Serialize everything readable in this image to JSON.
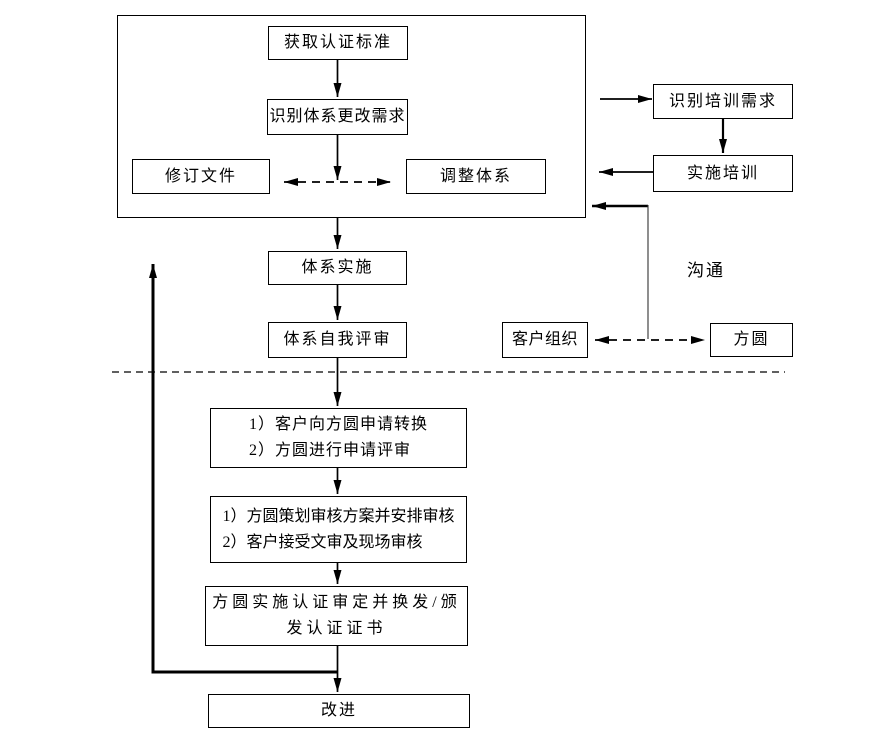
{
  "nodes": {
    "acquire_standard": "获取认证标准",
    "identify_system_changes": "识别体系更改需求",
    "revise_documents": "修订文件",
    "adjust_system": "调整体系",
    "identify_training_needs": "识别培训需求",
    "implement_training": "实施培训",
    "system_implementation": "体系实施",
    "system_self_review": "体系自我评审",
    "client_organization": "客户组织",
    "fangyuan": "方圆",
    "apply": {
      "line1": "1）客户向方圆申请转换",
      "line2": "2）方圆进行申请评审"
    },
    "plan_audit": {
      "line1": "1）方圆策划审核方案并安排审核",
      "line2": "2）客户接受文审及现场审核"
    },
    "certification": {
      "line1": "方圆实施认证审定并换发/颁",
      "line2": "发认证证书"
    },
    "improvement": "改进"
  },
  "labels": {
    "communication": "沟通"
  },
  "colors": {
    "line": "#000000",
    "background": "#ffffff"
  }
}
